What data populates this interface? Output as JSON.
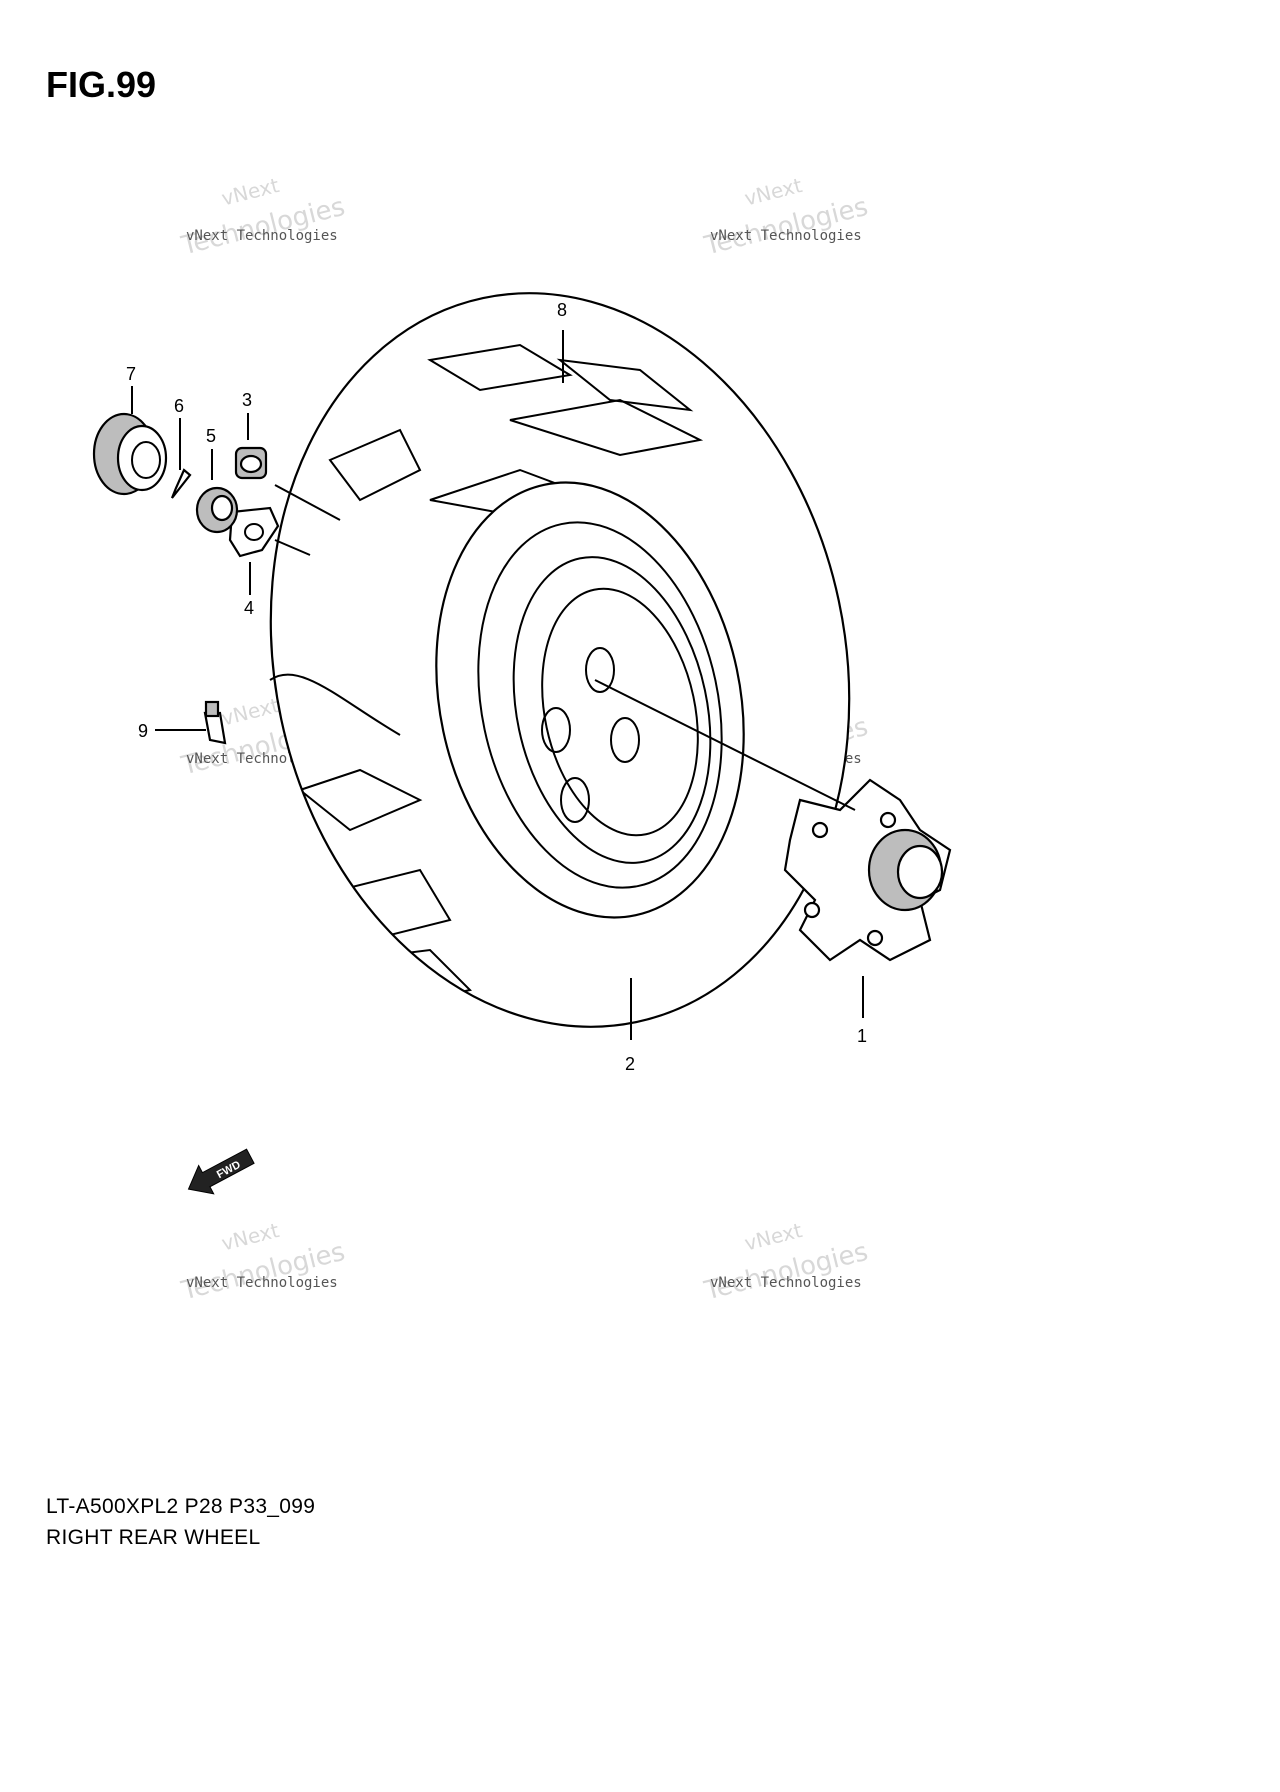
{
  "figure": {
    "title": "FIG.99"
  },
  "watermark": {
    "small_text": "vNext Technologies",
    "large_text": "Technologies",
    "top_text": "vNext"
  },
  "callouts": [
    "1",
    "2",
    "3",
    "4",
    "5",
    "6",
    "7",
    "8",
    "9"
  ],
  "fwd_label": "FWD",
  "caption": {
    "model_code": "LT-A500XPL2 P28 P33_099",
    "description": "RIGHT REAR WHEEL"
  }
}
